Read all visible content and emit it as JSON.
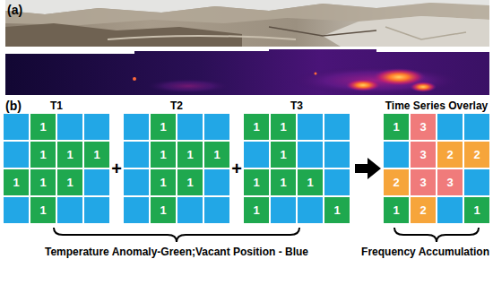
{
  "diagram": {
    "nodes": [
      {
        "text": [
          "T1"
        ]
      },
      {
        "text": [
          "1"
        ],
        "in": 0
      },
      {
        "text": [
          "1"
        ],
        "in": 0
      },
      {
        "text": [
          "1"
        ],
        "in": 0
      },
      {
        "text": [
          "1"
        ],
        "in": 0
      },
      {
        "text": [
          "1"
        ],
        "in": 0
      },
      {
        "text": [
          "1"
        ],
        "in": 0
      },
      {
        "text": [
          "1"
        ],
        "in": 0
      },
      {
        "text": [
          "1"
        ],
        "in": 0
      },
      {
        "text": [
          "T2"
        ]
      },
      {
        "text": [
          "1"
        ],
        "in": 9
      },
      {
        "text": [
          "1"
        ],
        "in": 9
      },
      {
        "text": [
          "1"
        ],
        "in": 9
      },
      {
        "text": [
          "1"
        ],
        "in": 9
      },
      {
        "text": [
          "1"
        ],
        "in": 9
      },
      {
        "text": [
          "1"
        ],
        "in": 9
      },
      {
        "text": [
          "1"
        ],
        "in": 9
      },
      {
        "text": [
          "T3"
        ]
      },
      {
        "text": [
          "1"
        ],
        "in": 17
      },
      {
        "text": [
          "1"
        ],
        "in": 17
      },
      {
        "text": [
          "1"
        ],
        "in": 17
      },
      {
        "text": [
          "1"
        ],
        "in": 17
      },
      {
        "text": [
          "1"
        ],
        "in": 17
      },
      {
        "text": [
          "1"
        ],
        "in": 17
      },
      {
        "text": [
          "1"
        ],
        "in": 17
      },
      {
        "text": [
          "1"
        ],
        "in": 17
      },
      {
        "text": [
          "Time Series Overlay"
        ]
      },
      {
        "text": [
          "1"
        ],
        "in": 26
      },
      {
        "text": [
          "3"
        ],
        "in": 26
      },
      {
        "text": [
          "3"
        ],
        "in": 26
      },
      {
        "text": [
          "2"
        ],
        "in": 26
      },
      {
        "text": [
          "2"
        ],
        "in": 26
      },
      {
        "text": [
          "2"
        ],
        "in": 26
      },
      {
        "text": [
          "3"
        ],
        "in": 26
      },
      {
        "text": [
          "3"
        ],
        "in": 26
      },
      {
        "text": [
          "1"
        ],
        "in": 26
      },
      {
        "text": [
          "2"
        ],
        "in": 26
      },
      {
        "text": [
          "1"
        ],
        "in": 26
      }
    ],
    "labels": [
      "(a)",
      "(b)",
      "+",
      "+",
      "Temperature Anomaly-Green;Vacant Position - Blue",
      "Frequency Accumulation"
    ]
  }
}
